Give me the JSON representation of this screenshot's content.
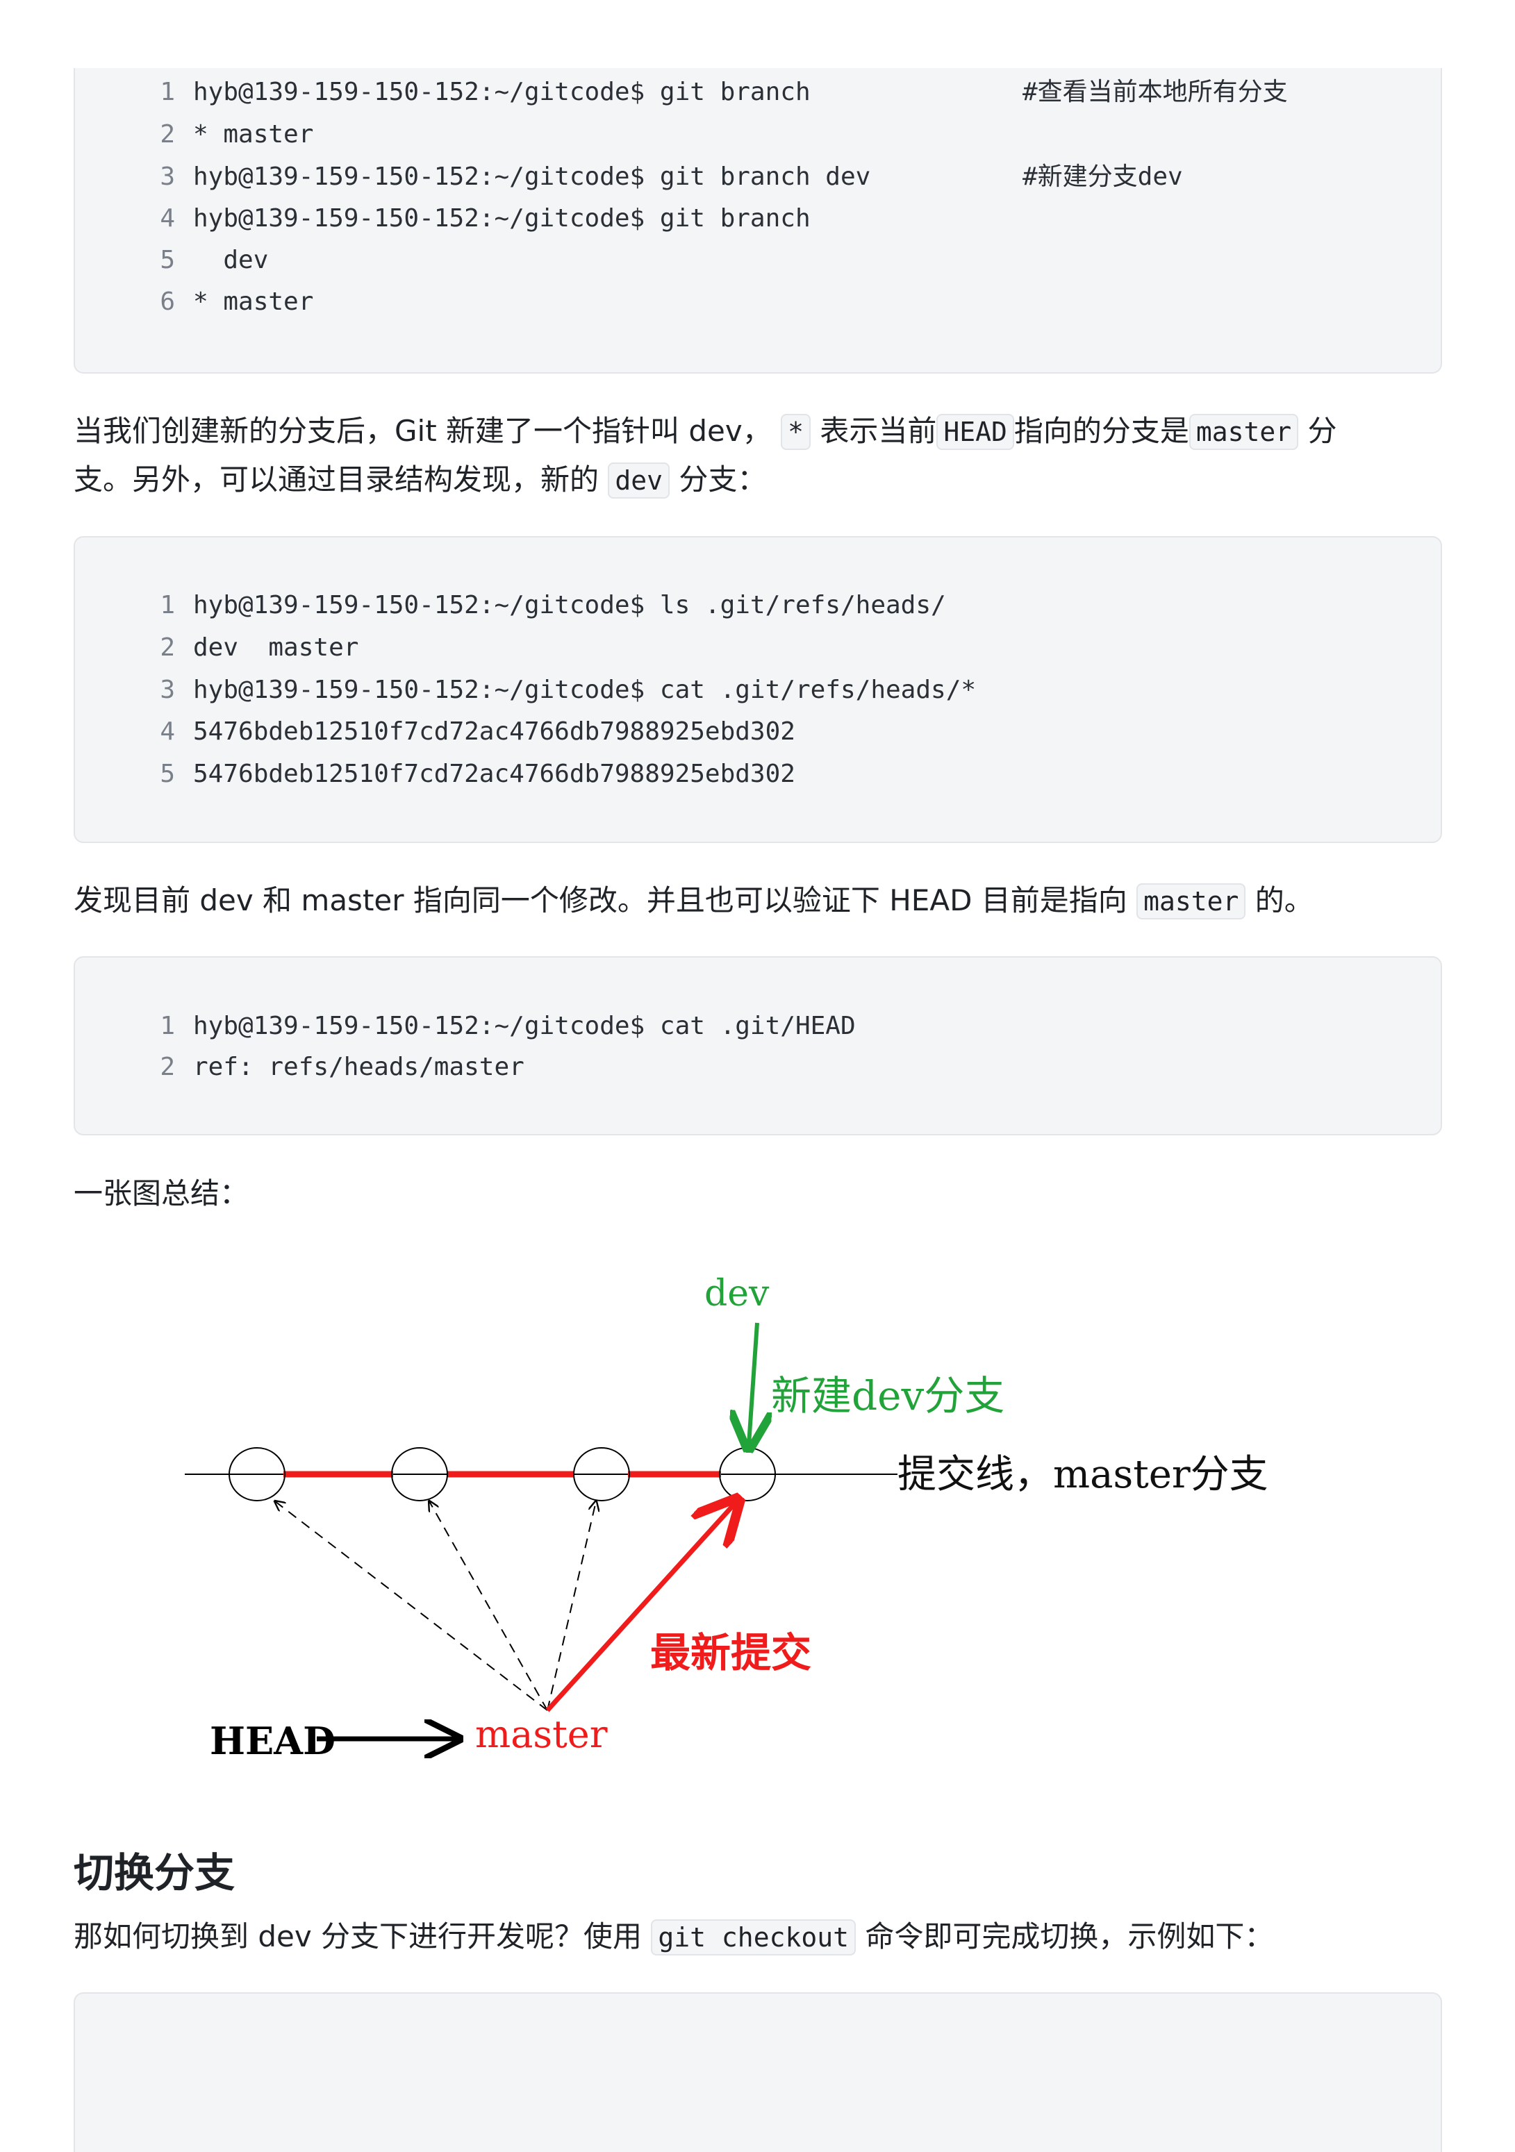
{
  "code_blocks": [
    {
      "lines": [
        {
          "num": "1",
          "code": "hyb@139-159-150-152:~/gitcode$ git branch",
          "comment": "#查看当前本地所有分支"
        },
        {
          "num": "2",
          "code": "* master",
          "comment": ""
        },
        {
          "num": "3",
          "code": "hyb@139-159-150-152:~/gitcode$ git branch dev",
          "comment": "#新建分支dev"
        },
        {
          "num": "4",
          "code": "hyb@139-159-150-152:~/gitcode$ git branch",
          "comment": ""
        },
        {
          "num": "5",
          "code": "  dev",
          "comment": ""
        },
        {
          "num": "6",
          "code": "* master",
          "comment": ""
        }
      ]
    },
    {
      "lines": [
        {
          "num": "1",
          "code": "hyb@139-159-150-152:~/gitcode$ ls .git/refs/heads/"
        },
        {
          "num": "2",
          "code": "dev  master"
        },
        {
          "num": "3",
          "code": "hyb@139-159-150-152:~/gitcode$ cat .git/refs/heads/*"
        },
        {
          "num": "4",
          "code": "5476bdeb12510f7cd72ac4766db7988925ebd302"
        },
        {
          "num": "5",
          "code": "5476bdeb12510f7cd72ac4766db7988925ebd302"
        }
      ]
    },
    {
      "lines": [
        {
          "num": "1",
          "code": "hyb@139-159-150-152:~/gitcode$ cat .git/HEAD"
        },
        {
          "num": "2",
          "code": "ref: refs/heads/master"
        }
      ]
    }
  ],
  "paragraphs": {
    "p1": {
      "a": "当我们创建新的分支后，Git 新建了一个指针叫 dev，",
      "code_star": "*",
      "b": "表示当前",
      "code_head": "HEAD",
      "c": "指向的分支是",
      "code_master": "master",
      "d": "分",
      "line2_a": "支。另外，可以通过目录结构发现，新的",
      "code_dev": "dev",
      "line2_b": "分支："
    },
    "p2": {
      "a": "发现目前 dev 和 master 指向同一个修改。并且也可以验证下 HEAD 目前是指向",
      "code_master": "master",
      "b": "的。"
    },
    "p3": "一张图总结：",
    "heading": "切换分支",
    "p4": {
      "a": "那如何切换到 dev 分支下进行开发呢？使用",
      "code": "git checkout",
      "b": "命令即可完成切换，示例如下："
    }
  },
  "diagram": {
    "dev_label": "dev",
    "new_branch_label": "新建dev分支",
    "commit_line_label": "提交线，master分支",
    "latest_commit_label": "最新提交",
    "head_label": "HEAD",
    "master_label": "master",
    "colors": {
      "green": "#22a33a",
      "red": "#f01c1c",
      "black": "#000000"
    }
  }
}
